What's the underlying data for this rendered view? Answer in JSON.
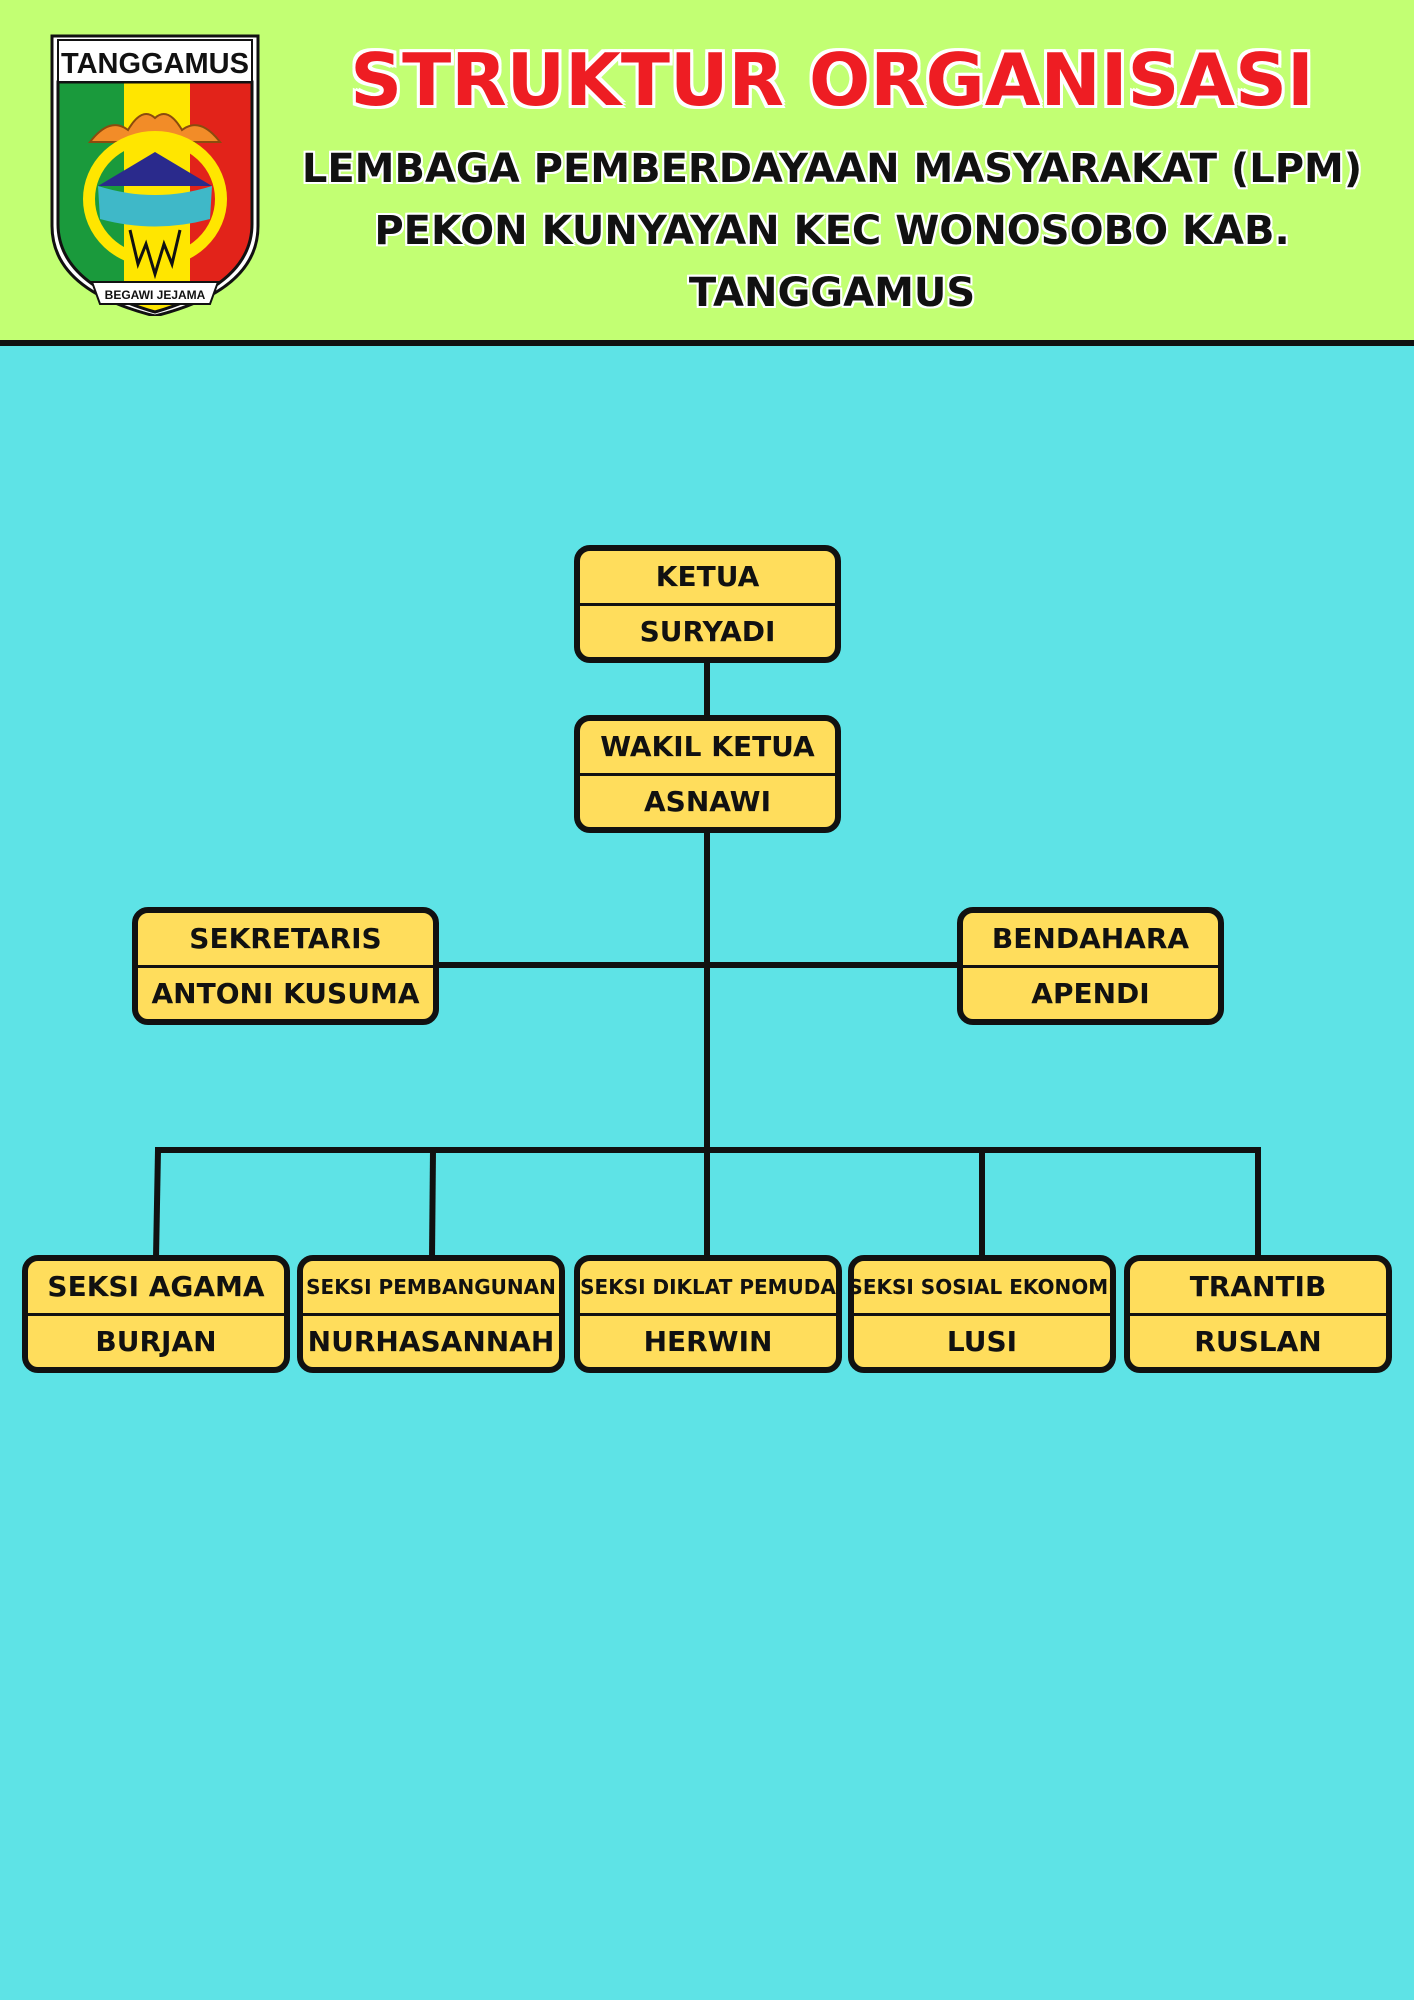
{
  "header": {
    "title": "STRUKTUR ORGANISASI",
    "subtitle_lines": [
      "LEMBAGA PEMBERDAYAAN MASYARAKAT (LPM)",
      "PEKON KUNYAYAN KEC WONOSOBO KAB.",
      "TANGGAMUS"
    ]
  },
  "logo": {
    "top_text": "TANGGAMUS",
    "motto": "BEGAWI JEJAMA",
    "colors": {
      "green": "#1a9a3c",
      "yellow": "#ffe600",
      "red": "#e2231a"
    }
  },
  "org": {
    "ketua": {
      "role": "KETUA",
      "name": "SURYADI"
    },
    "wakil_ketua": {
      "role": "WAKIL KETUA",
      "name": "ASNAWI"
    },
    "sekretaris": {
      "role": "SEKRETARIS",
      "name": "ANTONI KUSUMA"
    },
    "bendahara": {
      "role": "BENDAHARA",
      "name": "APENDI"
    },
    "seksi": [
      {
        "role": "SEKSI AGAMA",
        "name": "BURJAN"
      },
      {
        "role": "SEKSI PEMBANGUNAN",
        "name": "NURHASANNAH"
      },
      {
        "role": "SEKSI DIKLAT PEMUDA",
        "name": "HERWIN"
      },
      {
        "role": "SEKSI SOSIAL EKONOMI",
        "name": "LUSI"
      },
      {
        "role": "TRANTIB",
        "name": "RUSLAN"
      }
    ]
  },
  "colors": {
    "header_bg": "#c2ff73",
    "page_bg": "#5ee3e6",
    "box_fill": "#ffdd5c",
    "title_red": "#ee1d23"
  }
}
